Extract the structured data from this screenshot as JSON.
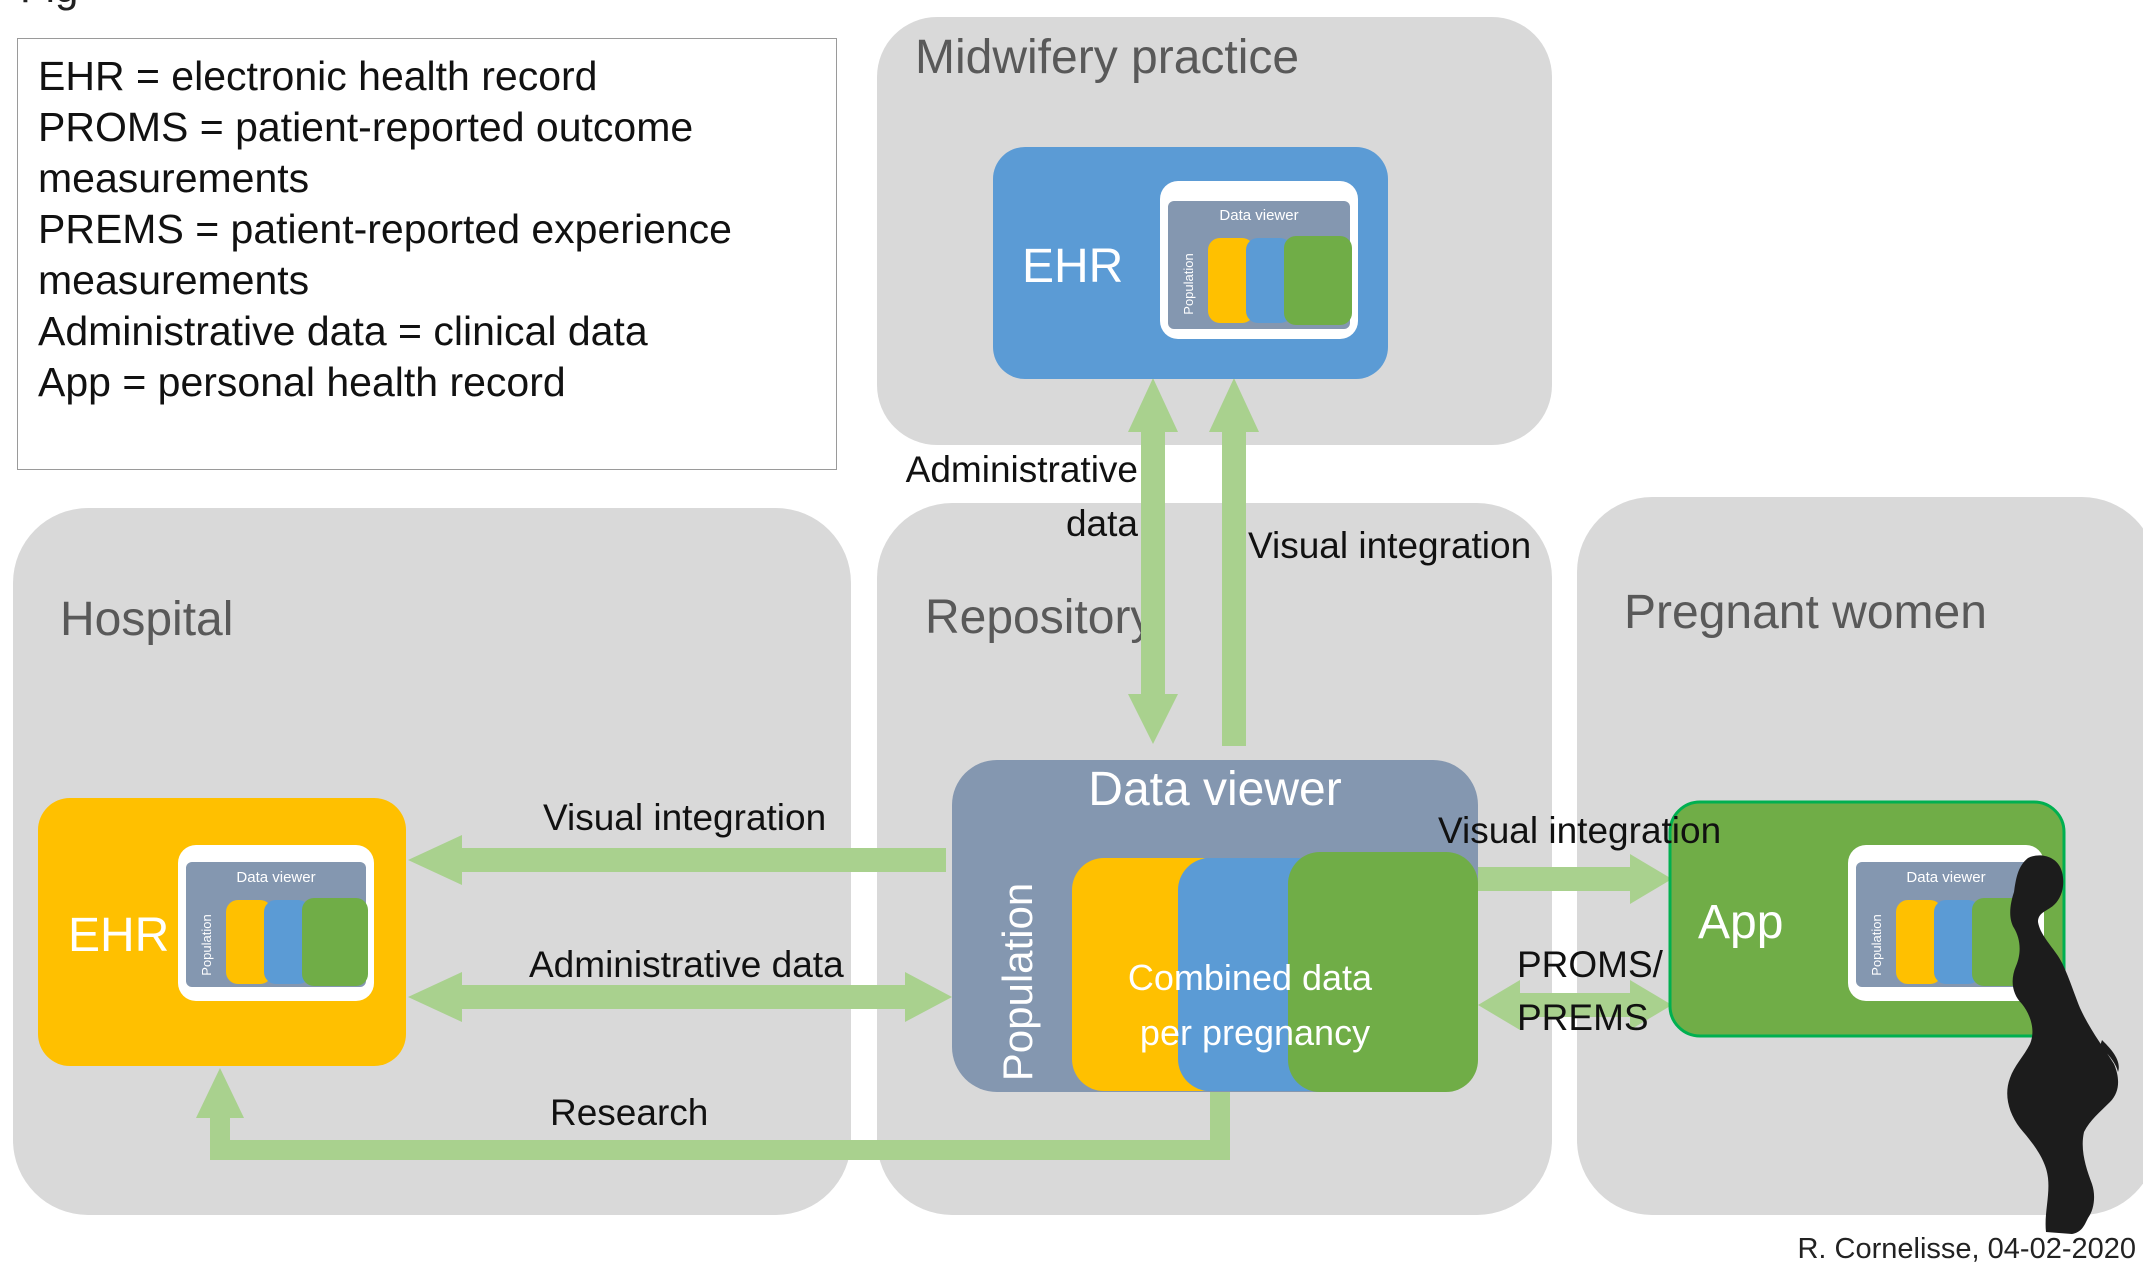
{
  "header_partial": "Fig",
  "legend": {
    "lines": [
      "EHR = electronic health record",
      "PROMS = patient-reported outcome",
      "measurements",
      "PREMS = patient-reported experience",
      "measurements",
      "Administrative data = clinical data",
      "App = personal health record"
    ]
  },
  "areas": {
    "midwifery": "Midwifery practice",
    "hospital": "Hospital",
    "repository": "Repository",
    "pregnant": "Pregnant women"
  },
  "boxes": {
    "ehr": "EHR",
    "app": "App",
    "mini_viewer": "Data viewer",
    "mini_population": "Population",
    "data_viewer": "Data viewer",
    "population": "Population",
    "combined_line1": "Combined data",
    "combined_line2": "per pregnancy"
  },
  "arrows": {
    "admin_line1": "Administrative",
    "admin_line2": "data",
    "visual_integration": "Visual integration",
    "administrative_data": "Administrative data",
    "research": "Research",
    "proms_line1": "PROMS/",
    "proms_line2": "PREMS"
  },
  "credit": "R. Cornelisse, 04-02-2020",
  "colors": {
    "panel": "#d9d9d9",
    "ehr_blue": "#5b9bd5",
    "ehr_yellow": "#ffc000",
    "app_green": "#70ad47",
    "viewer": "#8497b0",
    "arrow": "#a9d18e"
  }
}
